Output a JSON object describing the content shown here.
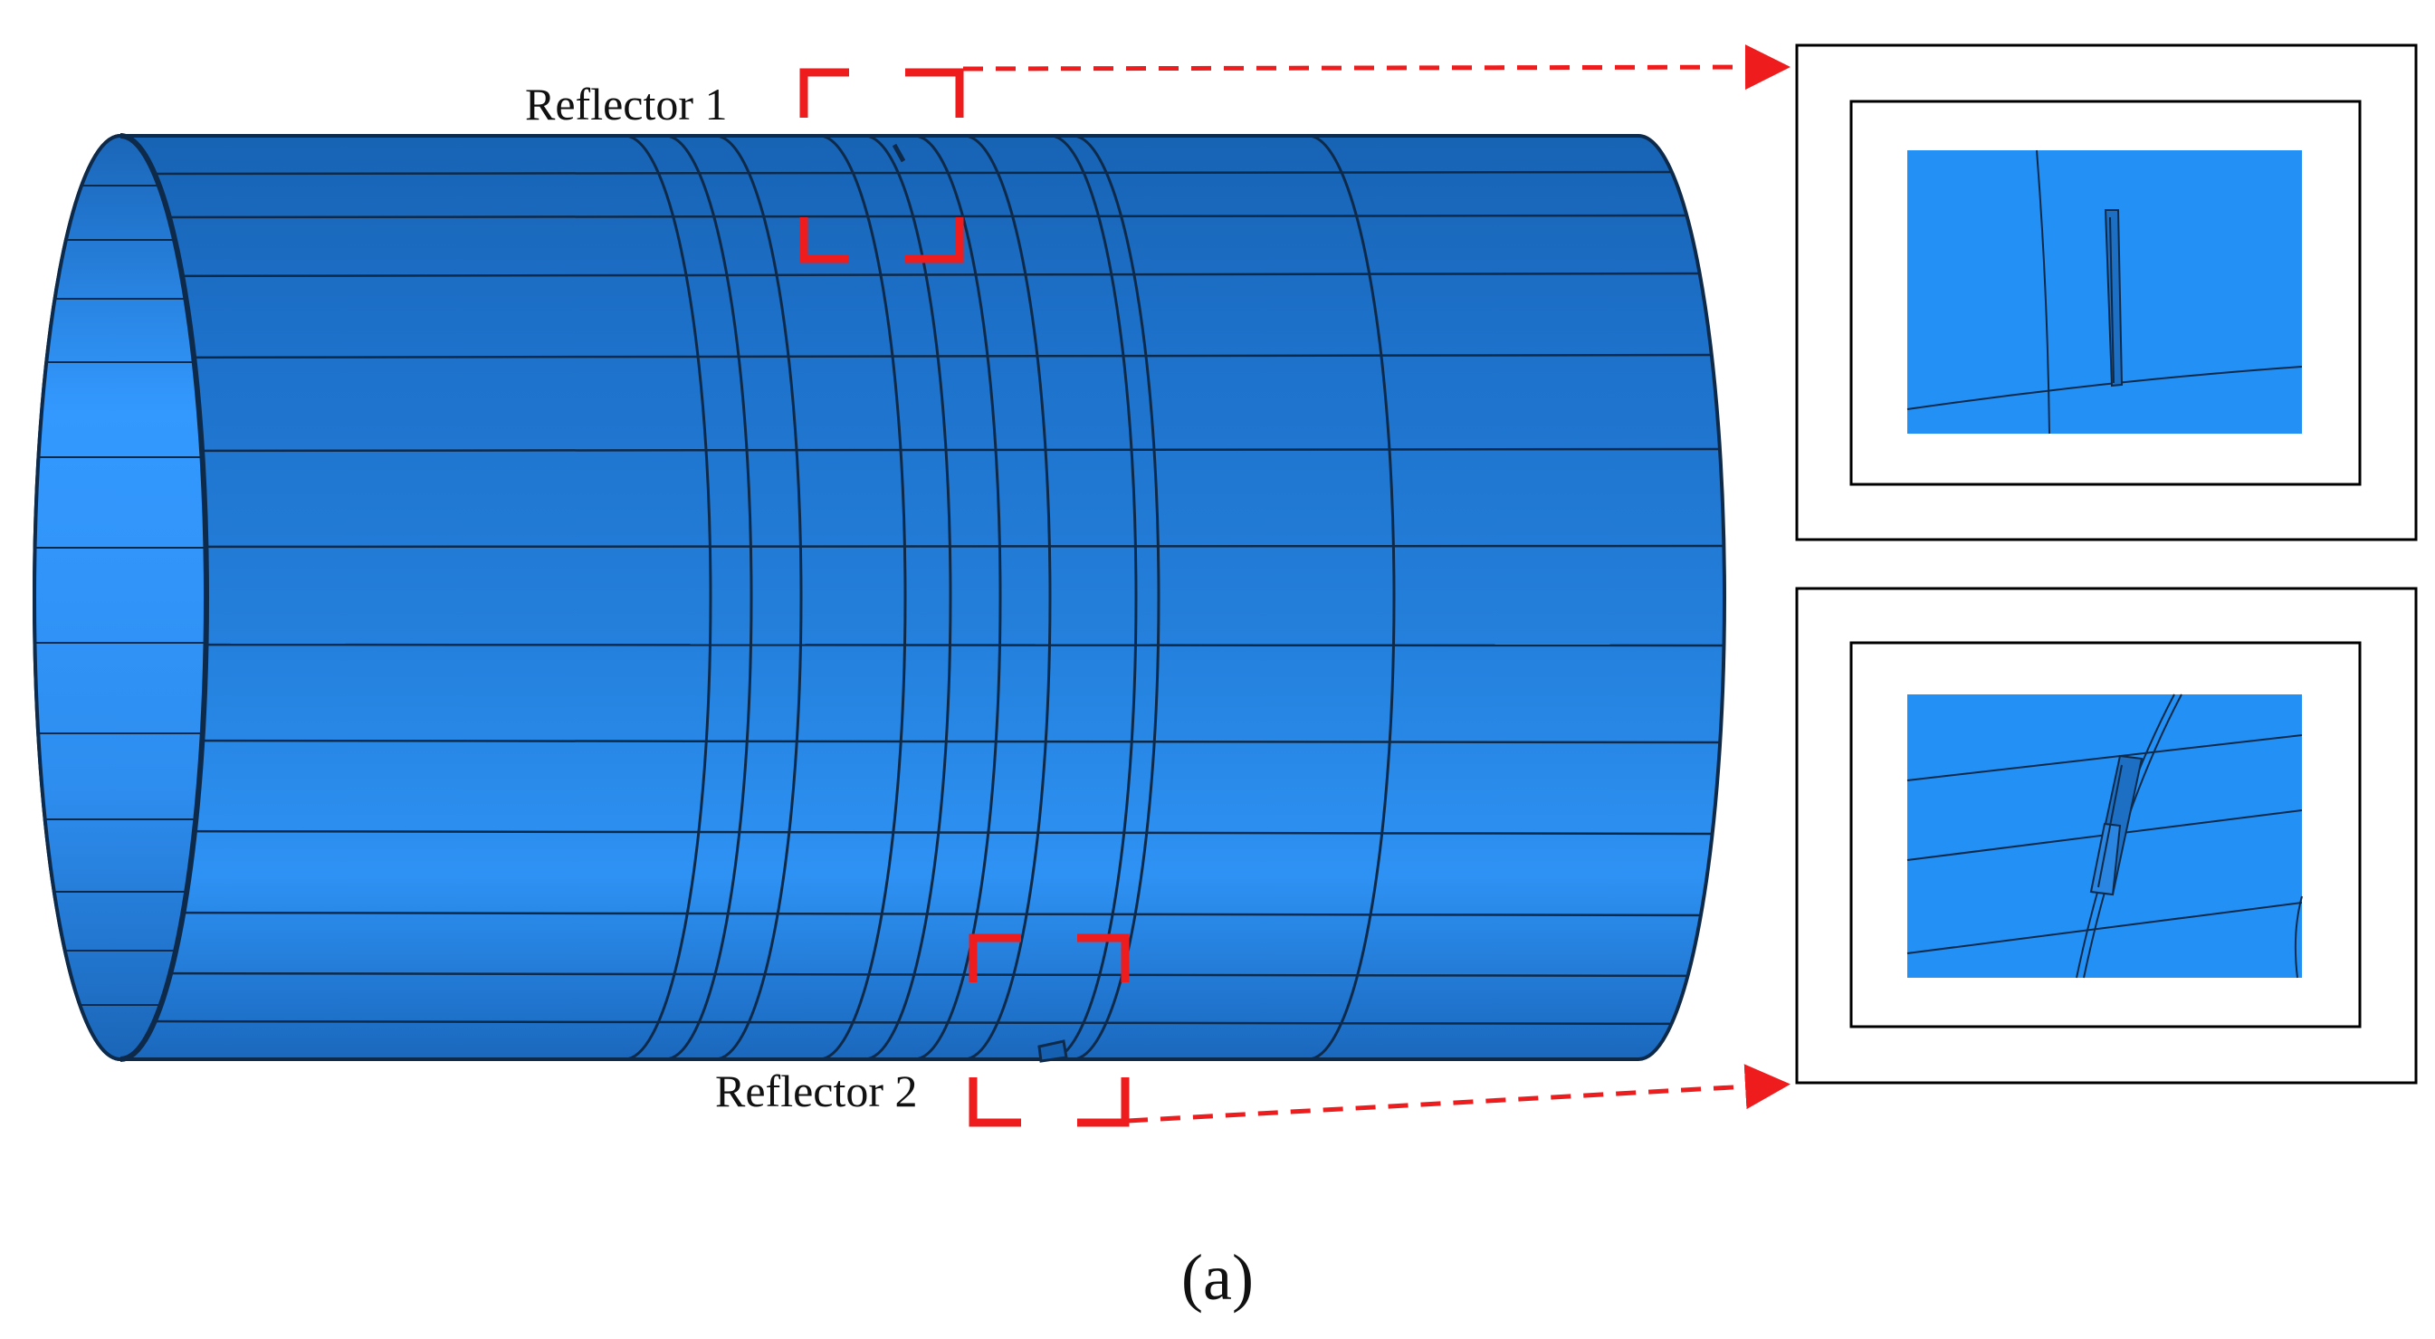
{
  "labels": {
    "reflector_1": "Reflector 1",
    "reflector_2": "Reflector 2"
  },
  "caption": {
    "text": "(a)"
  },
  "colors": {
    "cylinder_fill": "#1f76d2",
    "cylinder_light": "#3a9cff",
    "cylinder_dark": "#1560b0",
    "edge_line": "#0e2a4a",
    "marker": "#ee1c1c",
    "inset_fill": "#2390f5",
    "frame": "#000000"
  }
}
